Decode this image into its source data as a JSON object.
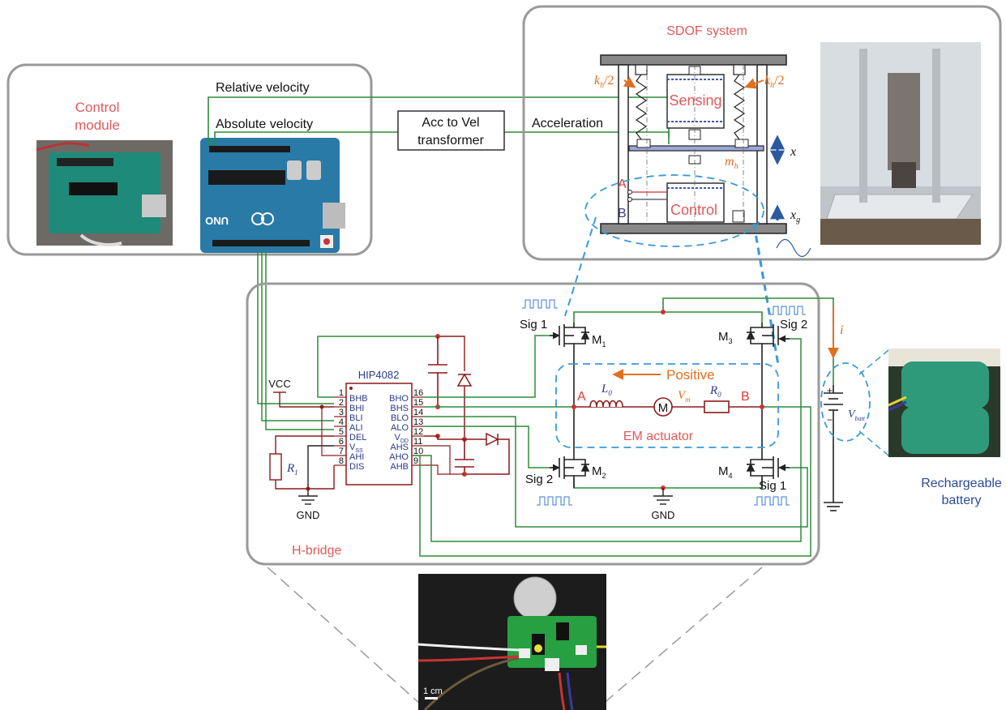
{
  "colors": {
    "green": "#2e8b3a",
    "dark_red": "#8b1a1a",
    "pink": "#e05a5a",
    "orange": "#e07020",
    "navy": "#2a3a8a",
    "battery_blue": "#2a4a9a",
    "dashed_blue": "#3a9ad9",
    "frame_gray": "#9a9a9a"
  },
  "control_module": {
    "title_line1": "Control",
    "title_line2": "module",
    "relative_velocity": "Relative velocity",
    "absolute_velocity": "Absolute velocity"
  },
  "transformer": {
    "line1": "Acc to Vel",
    "line2": "transformer"
  },
  "sdof": {
    "title": "SDOF system",
    "acceleration": "Acceleration",
    "sensing": "Sensing",
    "control": "Control",
    "kh_left": "k",
    "kh_sub": "h",
    "kh_div": "/2",
    "m": "m",
    "m_sub": "h",
    "x": "x",
    "xg": "x",
    "xg_sub": "g",
    "A": "A",
    "B": "B"
  },
  "hbridge": {
    "title": "H-bridge",
    "chip": "HIP4082",
    "vcc": "VCC",
    "gnd_left": "GND",
    "gnd_mid": "GND",
    "r1": "R",
    "r1_sub": "1",
    "pins_left": [
      {
        "num": "1",
        "name": "BHB"
      },
      {
        "num": "2",
        "name": "BHI"
      },
      {
        "num": "3",
        "name": "BLI"
      },
      {
        "num": "4",
        "name": "ALI"
      },
      {
        "num": "5",
        "name": "DEL"
      },
      {
        "num": "6",
        "name": "V"
      },
      {
        "num": "7",
        "name": "AHI"
      },
      {
        "num": "8",
        "name": "DIS"
      }
    ],
    "vss_sub": "SS",
    "pins_right": [
      {
        "num": "16",
        "name": "BHO"
      },
      {
        "num": "15",
        "name": "BHS"
      },
      {
        "num": "14",
        "name": "BLO"
      },
      {
        "num": "13",
        "name": "ALO"
      },
      {
        "num": "12",
        "name": "V"
      },
      {
        "num": "11",
        "name": "AHS"
      },
      {
        "num": "10",
        "name": "AHO"
      },
      {
        "num": "9",
        "name": "AHB"
      }
    ],
    "vdd_sub": "DD",
    "sig1_top": "Sig 1",
    "sig2_top": "Sig 2",
    "sig2_bottom": "Sig 2",
    "sig1_bottom": "Sig 1",
    "m1": "M",
    "m1_sub": "1",
    "m2": "M",
    "m2_sub": "2",
    "m3": "M",
    "m3_sub": "3",
    "m4": "M",
    "m4_sub": "4",
    "positive": "Positive",
    "em_actuator": "EM actuator",
    "node_a": "A",
    "node_b": "B",
    "l0": "L",
    "l0_sub": "0",
    "r0": "R",
    "r0_sub": "0",
    "vm": "V",
    "vm_sub": "m",
    "motor": "M",
    "current": "i"
  },
  "battery": {
    "plus": "+",
    "minus": "−",
    "vbatt": "V",
    "vbatt_sub": "batt",
    "caption_line1": "Rechargeable",
    "caption_line2": "battery"
  },
  "photos": {
    "arduino_board": "UNO",
    "scale": "1 cm"
  }
}
